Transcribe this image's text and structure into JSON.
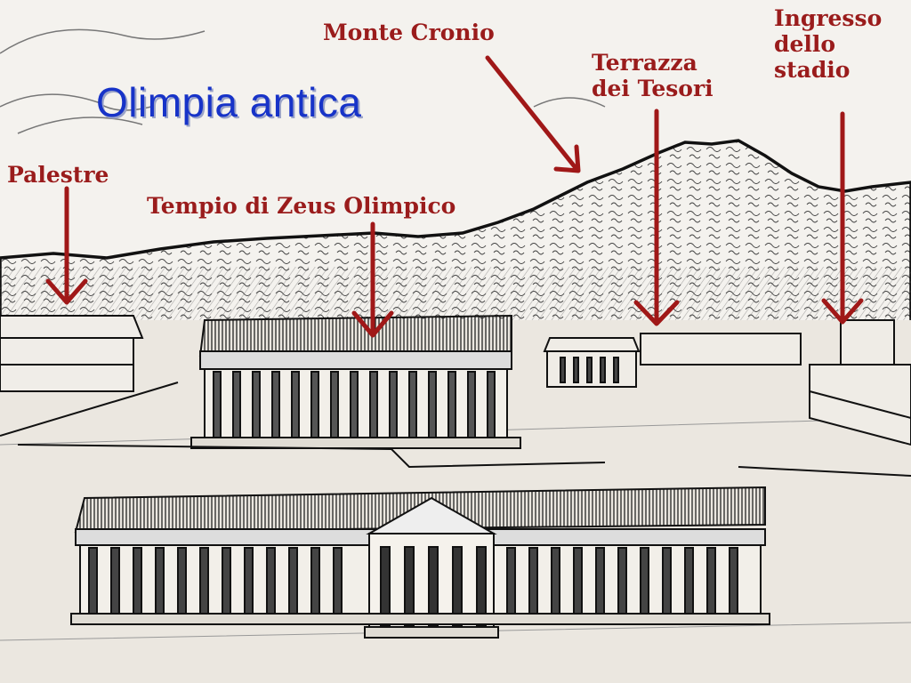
{
  "title": "Olimpia antica",
  "labels": {
    "monte_cronio": "Monte Cronio",
    "terrazza_line1": "Terrazza",
    "terrazza_line2": "dei Tesori",
    "ingresso_line1": "Ingresso",
    "ingresso_line2": "dello",
    "ingresso_line3": "stadio",
    "palestre": "Palestre",
    "tempio_zeus": "Tempio di Zeus Olimpico"
  },
  "colors": {
    "title": "#1733c8",
    "label": "#9a1c1c",
    "arrow": "#a01818",
    "sketch": "#1a1a1a",
    "paper": "#f4f2ee"
  }
}
